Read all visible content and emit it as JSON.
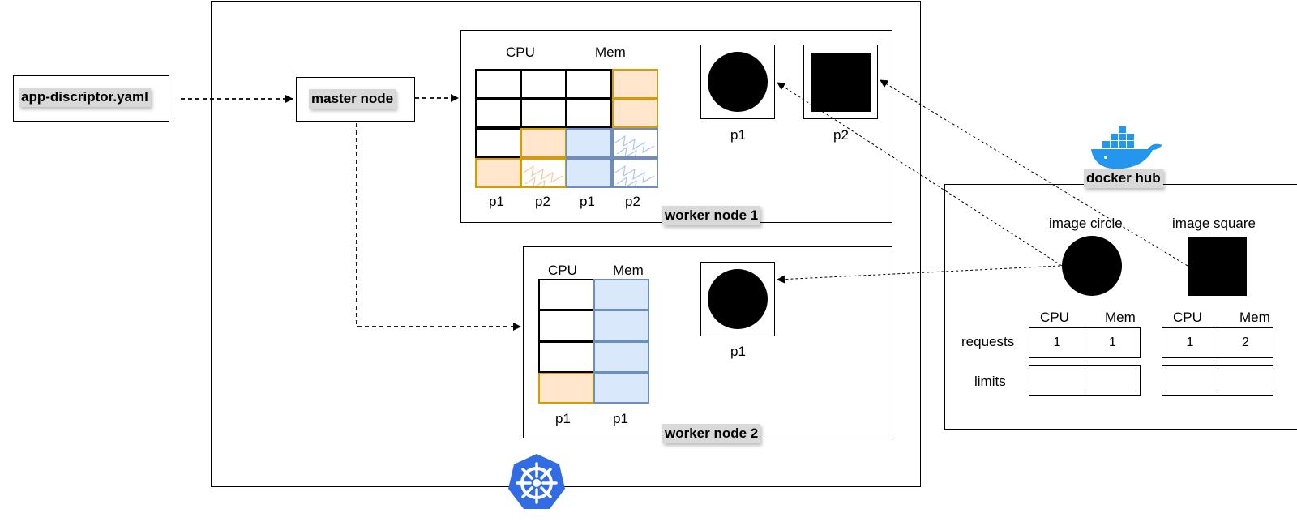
{
  "app_descriptor": {
    "label": "app-discriptor.yaml"
  },
  "master_node": {
    "label": "master node"
  },
  "worker_node_1": {
    "label": "worker node 1",
    "cpu_header": "CPU",
    "mem_header": "Mem",
    "column_labels": [
      "p1",
      "p2",
      "p1",
      "p2"
    ],
    "pods": [
      {
        "label": "p1",
        "shape": "circle"
      },
      {
        "label": "p2",
        "shape": "square"
      }
    ]
  },
  "worker_node_2": {
    "label": "worker node 2",
    "cpu_header": "CPU",
    "mem_header": "Mem",
    "column_labels": [
      "p1",
      "p1"
    ],
    "pods": [
      {
        "label": "p1",
        "shape": "circle"
      }
    ]
  },
  "docker_hub": {
    "label": "docker hub",
    "icon": "docker-whale-icon",
    "images": [
      {
        "name": "image circle",
        "shape": "circle",
        "cpu_header": "CPU",
        "mem_header": "Mem",
        "requests": {
          "cpu": "1",
          "mem": "1"
        },
        "limits": {
          "cpu": "",
          "mem": ""
        }
      },
      {
        "name": "image square",
        "shape": "square",
        "cpu_header": "CPU",
        "mem_header": "Mem",
        "requests": {
          "cpu": "1",
          "mem": "2"
        },
        "limits": {
          "cpu": "",
          "mem": ""
        }
      }
    ],
    "row_labels": {
      "requests": "requests",
      "limits": "limits"
    }
  },
  "cluster": {
    "icon": "kubernetes-helm-icon",
    "icon_color": "#326ce5"
  },
  "colors": {
    "orange_fill": "#ffe6cc",
    "orange_stroke": "#d79b00",
    "blue_fill": "#dae8fc",
    "blue_stroke": "#6c8ebf",
    "docker_blue": "#2496ed"
  }
}
